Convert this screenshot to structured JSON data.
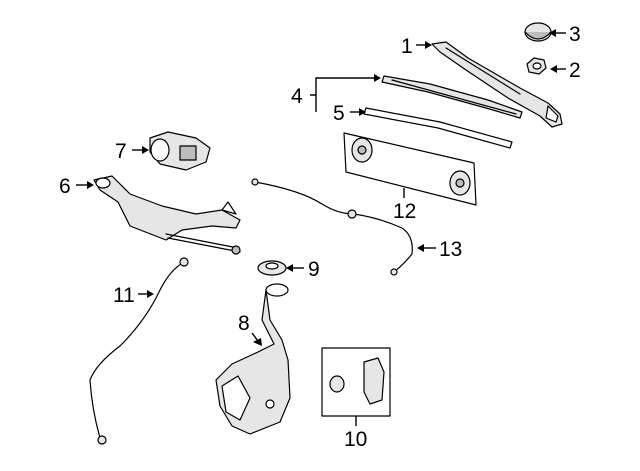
{
  "diagram": {
    "colors": {
      "line": "#000000",
      "background": "#ffffff",
      "shade_light": "#e6e6e6",
      "shade_dark": "#bdbdbd"
    },
    "callouts": [
      {
        "id": "c1",
        "label": "1"
      },
      {
        "id": "c2",
        "label": "2"
      },
      {
        "id": "c3",
        "label": "3"
      },
      {
        "id": "c4",
        "label": "4"
      },
      {
        "id": "c5",
        "label": "5"
      },
      {
        "id": "c6",
        "label": "6"
      },
      {
        "id": "c7",
        "label": "7"
      },
      {
        "id": "c8",
        "label": "8"
      },
      {
        "id": "c9",
        "label": "9"
      },
      {
        "id": "c10",
        "label": "10"
      },
      {
        "id": "c11",
        "label": "11"
      },
      {
        "id": "c12",
        "label": "12"
      },
      {
        "id": "c13",
        "label": "13"
      }
    ]
  }
}
